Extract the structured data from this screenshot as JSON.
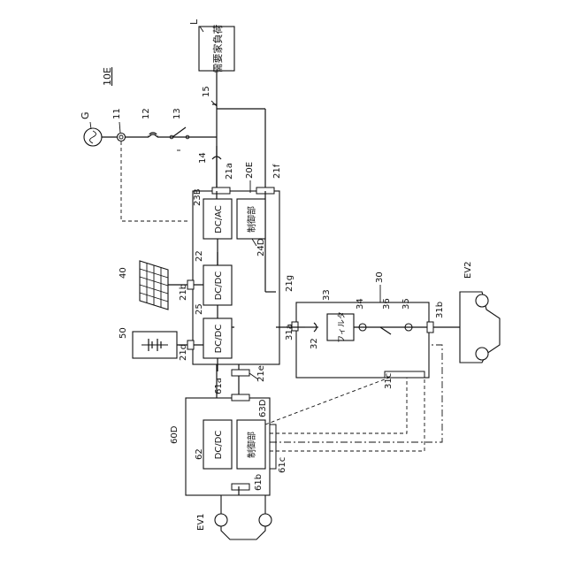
{
  "figure_label": "10E",
  "labels": {
    "L": "L",
    "demand_load": "需要家負荷",
    "n15": "15",
    "G": "G",
    "n11": "11",
    "n12": "12",
    "n13": "13",
    "n14": "14",
    "n21a": "21a",
    "n20E": "20E",
    "n21f": "21f",
    "n23B": "23B",
    "dcac": "DC/AC",
    "ctrl_20": "制御部",
    "n24D": "24D",
    "n22": "22",
    "dcdc_22": "DC/DC",
    "n40": "40",
    "n21b": "21b",
    "n25": "25",
    "dcdc_25": "DC/DC",
    "n50": "50",
    "n21d": "21d",
    "n21e": "21e",
    "n21g": "21g",
    "n30": "30",
    "n33": "33",
    "filter": "フィルタ",
    "n34": "34",
    "n36": "36",
    "n35": "35",
    "n31b": "31b",
    "EV2": "EV2",
    "n31a": "31a",
    "n32": "32",
    "n31c": "31c",
    "n61a": "61a",
    "n63D": "63D",
    "n60D": "60D",
    "dcdc_62": "DC/DC",
    "ctrl_60": "制御部",
    "n62": "62",
    "n61b": "61b",
    "n61c": "61c",
    "EV1": "EV1"
  }
}
